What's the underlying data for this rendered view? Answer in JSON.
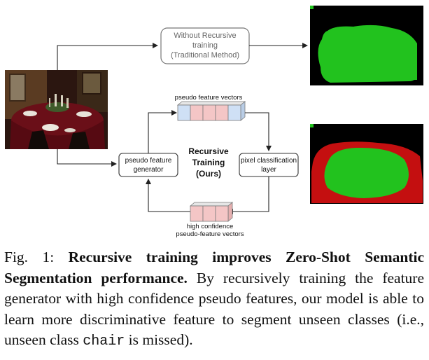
{
  "figure": {
    "traditional_box": [
      "Without Recursive",
      "training",
      "(Traditional Method)"
    ],
    "pseudo_feature_vectors_label": "pseudo feature vectors",
    "generator_box": [
      "pseudo feature",
      "generator"
    ],
    "center_label": [
      "Recursive",
      "Training",
      "(Ours)"
    ],
    "classifier_box": [
      "pixel classification",
      "layer"
    ],
    "high_conf_label": [
      "high confidence",
      "pseudo-feature vectors"
    ],
    "colors": {
      "background_black": "#000000",
      "segment_green": "#22c21e",
      "segment_red": "#c40f10",
      "vector_blue": "#cfe0f5",
      "vector_red": "#f4c6c6",
      "box_border": "#555555",
      "arrow": "#222222"
    }
  },
  "caption": {
    "prefix": "Fig. 1: ",
    "bold": "Recursive training improves Zero-Shot Semantic Segmentation performance.",
    "text1": " By recursively training the feature generator with high confidence pseudo features, our model is able to learn more discriminative feature to segment unseen classes (i.e., unseen class ",
    "mono": "chair",
    "text2": " is missed)."
  }
}
